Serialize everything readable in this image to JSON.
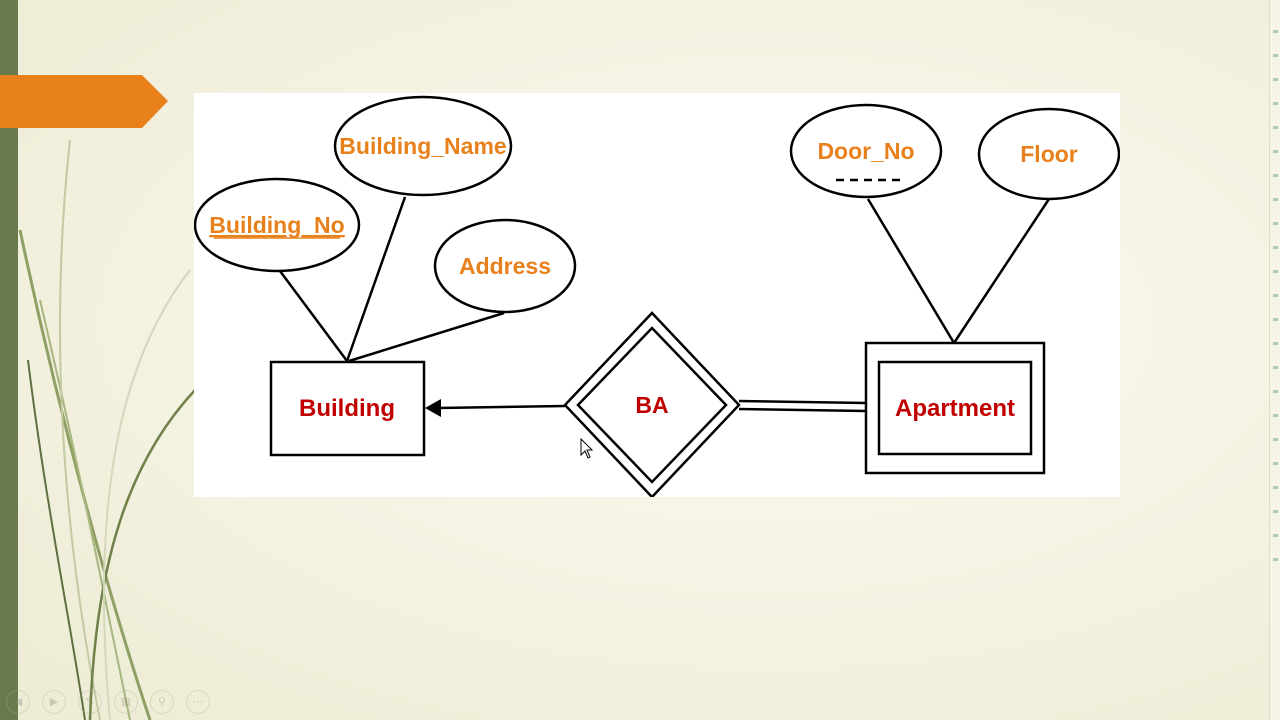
{
  "diagram": {
    "attributes": {
      "building_no": "Building_No",
      "building_name": "Building_Name",
      "address": "Address",
      "door_no": "Door_No",
      "floor": "Floor"
    },
    "entities": {
      "building": "Building",
      "apartment": "Apartment"
    },
    "relationship": "BA"
  },
  "colors": {
    "attribute_text": "#e8811c",
    "entity_text": "#c00000",
    "accent_tab": "#e8811c",
    "sidebar": "#6b7a4e"
  },
  "slide_controls": [
    "prev-icon",
    "play-icon",
    "pen-icon",
    "slides-icon",
    "zoom-icon",
    "more-icon"
  ]
}
